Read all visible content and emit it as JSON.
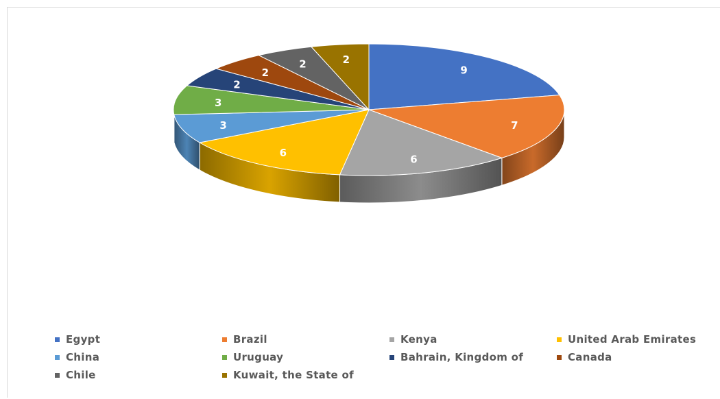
{
  "chart_data": {
    "type": "pie",
    "categories": [
      "Egypt",
      "Brazil",
      "Kenya",
      "United Arab Emirates",
      "China",
      "Uruguay",
      "Bahrain, Kingdom of",
      "Canada",
      "Chile",
      "Kuwait, the State of"
    ],
    "values": [
      9,
      7,
      6,
      6,
      3,
      3,
      2,
      2,
      2,
      2
    ],
    "colors": [
      "#4472C4",
      "#ED7D31",
      "#A5A5A5",
      "#FFC000",
      "#5B9BD5",
      "#70AD47",
      "#264478",
      "#9E480E",
      "#636363",
      "#997300"
    ],
    "data_labels": "values-on-slices",
    "style": "3d-pie",
    "legend_position": "bottom",
    "legend_columns": 4
  }
}
